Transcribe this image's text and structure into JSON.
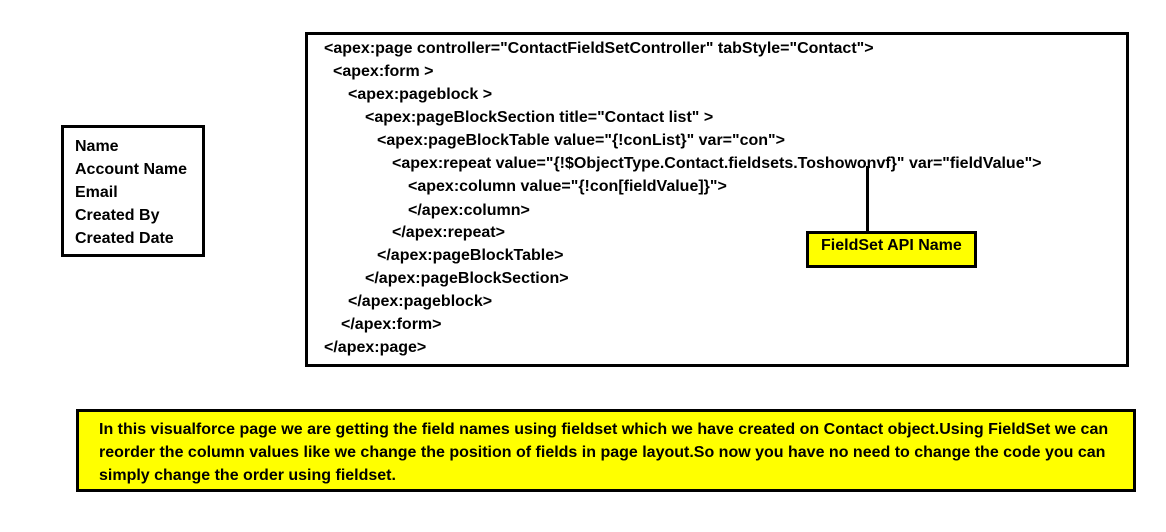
{
  "fieldset_fields": [
    "Name",
    "Account Name",
    "Email",
    "Created By",
    "Created Date"
  ],
  "code_lines": [
    "<apex:page controller=\"ContactFieldSetController\" tabStyle=\"Contact\">",
    "<apex:form >",
    "<apex:pageblock >",
    "<apex:pageBlockSection title=\"Contact list\" >",
    "<apex:pageBlockTable value=\"{!conList}\" var=\"con\">",
    "<apex:repeat value=\"{!$ObjectType.Contact.fieldsets.Toshowonvf}\" var=\"fieldValue\">",
    "<apex:column value=\"{!con[fieldValue]}\">",
    "</apex:column>",
    "</apex:repeat>",
    "</apex:pageBlockTable>",
    "</apex:pageBlockSection>",
    "</apex:pageblock>",
    "</apex:form>",
    "</apex:page>"
  ],
  "callout_label": "FieldSet API Name",
  "note_text": "In this visualforce page we are getting the field names using fieldset which we have created on Contact object.Using FieldSet we can reorder the column values like we change the position of fields in page layout.So now you have no need to change the code you can simply change the order using fieldset.",
  "colors": {
    "highlight": "#ffff00",
    "border": "#000000"
  }
}
